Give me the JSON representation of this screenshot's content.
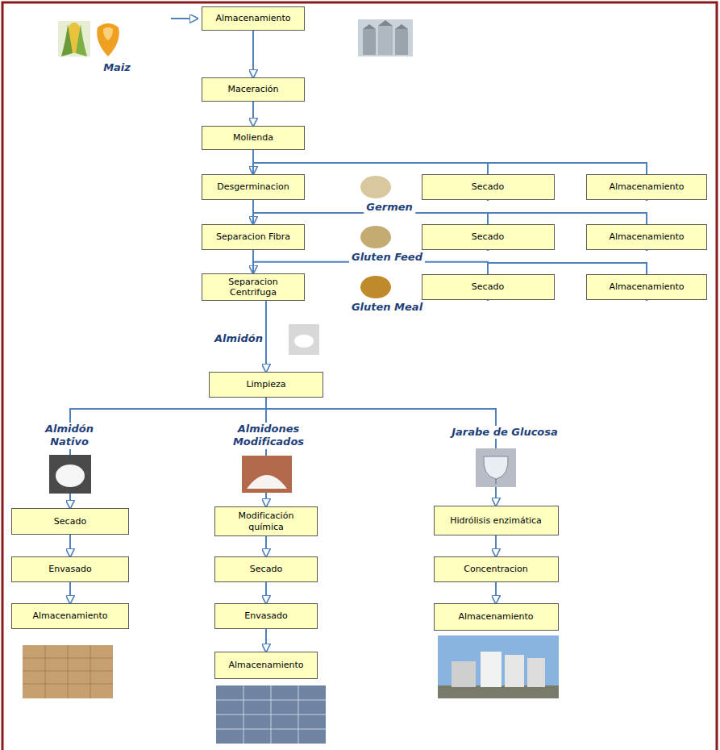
{
  "diagram": {
    "nodes": [
      {
        "text": [
          "Almacenamiento"
        ]
      },
      {
        "text": [
          "Maceración"
        ]
      },
      {
        "text": [
          "Molienda"
        ]
      },
      {
        "text": [
          "Desgerminacion"
        ]
      },
      {
        "text": [
          "Secado"
        ]
      },
      {
        "text": [
          "Almacenamiento"
        ]
      },
      {
        "text": [
          "Separacion Fibra"
        ]
      },
      {
        "text": [
          "Secado"
        ]
      },
      {
        "text": [
          "Almacenamiento"
        ]
      },
      {
        "text": [
          "Separacion Centrifuga"
        ]
      },
      {
        "text": [
          "Secado"
        ]
      },
      {
        "text": [
          "Almacenamiento"
        ]
      },
      {
        "text": [
          "Limpieza"
        ]
      },
      {
        "text": [
          "Secado"
        ]
      },
      {
        "text": [
          "Modificación química"
        ]
      },
      {
        "text": [
          "Hidrólisis enzimática"
        ]
      },
      {
        "text": [
          "Envasado"
        ]
      },
      {
        "text": [
          "Secado"
        ]
      },
      {
        "text": [
          "Concentracion"
        ]
      },
      {
        "text": [
          "Almacenamiento"
        ]
      },
      {
        "text": [
          "Envasado"
        ]
      },
      {
        "text": [
          "Almacenamiento"
        ]
      },
      {
        "text": [
          "Almacenamiento"
        ]
      }
    ],
    "edges": [
      {
        "from": 0,
        "to": 1,
        "arrow": "to"
      },
      {
        "from": 1,
        "to": 2,
        "arrow": "to"
      },
      {
        "from": 2,
        "to": 3,
        "arrow": "to"
      },
      {
        "from": 3,
        "to": 6,
        "arrow": "to"
      },
      {
        "from": 6,
        "to": 9,
        "arrow": "to"
      },
      {
        "from": 9,
        "to": 12,
        "arrow": "to"
      },
      {
        "from": 3,
        "to": 4,
        "arrow": "to"
      },
      {
        "from": 4,
        "to": 5,
        "arrow": "to"
      },
      {
        "from": 6,
        "to": 7,
        "arrow": "to"
      },
      {
        "from": 7,
        "to": 8,
        "arrow": "to"
      },
      {
        "from": 9,
        "to": 10,
        "arrow": "to"
      },
      {
        "from": 10,
        "to": 11,
        "arrow": "to"
      },
      {
        "from": 12,
        "to": 13,
        "arrow": "to"
      },
      {
        "from": 13,
        "to": 16,
        "arrow": "to"
      },
      {
        "from": 16,
        "to": 19,
        "arrow": "to"
      },
      {
        "from": 12,
        "to": 14,
        "arrow": "to"
      },
      {
        "from": 14,
        "to": 17,
        "arrow": "to"
      },
      {
        "from": 17,
        "to": 20,
        "arrow": "to"
      },
      {
        "from": 20,
        "to": 22,
        "arrow": "to"
      },
      {
        "from": 12,
        "to": 15,
        "arrow": "to"
      },
      {
        "from": 15,
        "to": 18,
        "arrow": "to"
      },
      {
        "from": 18,
        "to": 21,
        "arrow": "to"
      }
    ],
    "labels": [
      "Maiz",
      "Germen",
      "Gluten Feed",
      "Gluten Meal",
      "Almidón",
      "Almidón Nativo",
      "Almidones Modificados",
      "Jarabe de Glucosa"
    ]
  }
}
